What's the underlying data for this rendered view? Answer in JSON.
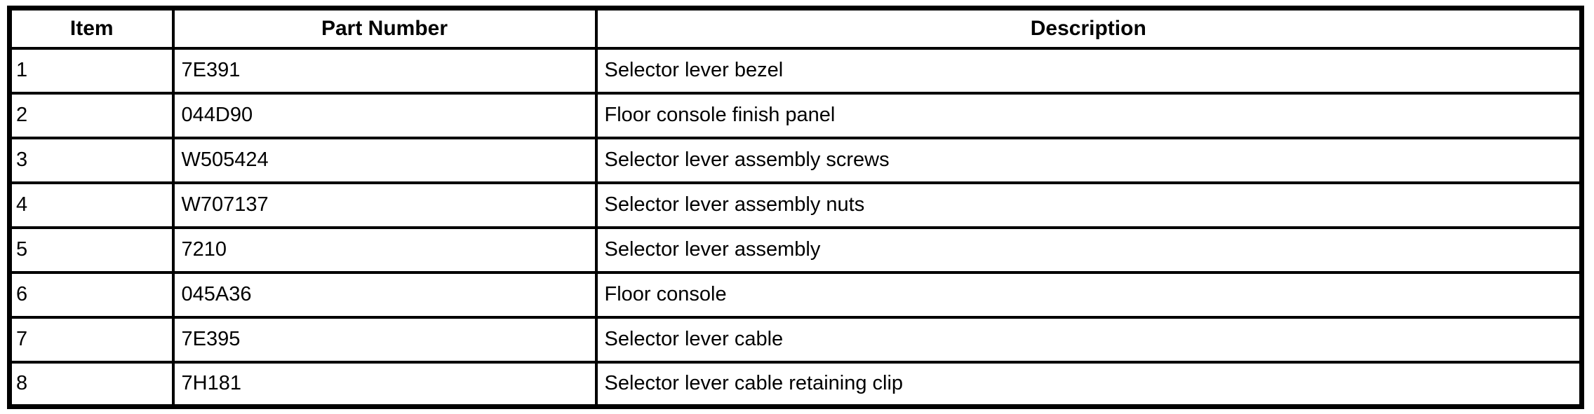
{
  "table": {
    "columns": [
      {
        "label": "Item"
      },
      {
        "label": "Part Number"
      },
      {
        "label": "Description"
      }
    ],
    "rows": [
      {
        "item": "1",
        "part_number": "7E391",
        "description": "Selector lever bezel"
      },
      {
        "item": "2",
        "part_number": "044D90",
        "description": "Floor console finish panel"
      },
      {
        "item": "3",
        "part_number": "W505424",
        "description": "Selector lever assembly screws"
      },
      {
        "item": "4",
        "part_number": "W707137",
        "description": "Selector lever assembly nuts"
      },
      {
        "item": "5",
        "part_number": "7210",
        "description": "Selector lever assembly"
      },
      {
        "item": "6",
        "part_number": "045A36",
        "description": "Floor console"
      },
      {
        "item": "7",
        "part_number": "7E395",
        "description": "Selector lever cable"
      },
      {
        "item": "8",
        "part_number": "7H181",
        "description": "Selector lever cable retaining clip"
      }
    ]
  },
  "colors": {
    "border": "#000000",
    "text": "#000000",
    "background": "#ffffff"
  }
}
